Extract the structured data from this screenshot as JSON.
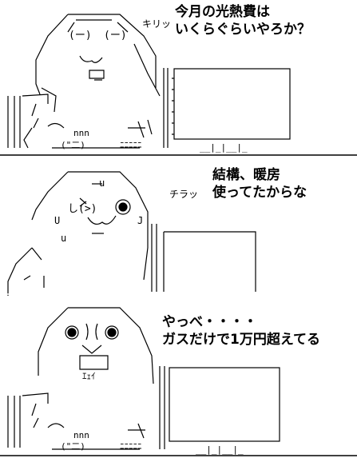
{
  "panels": [
    {
      "caption_lines": [
        "今月の光熱費は",
        "いくらぐらいやろか？"
      ],
      "sfx": "キリッ",
      "art_text": {
        "eye_left": "(ー)",
        "eye_right": "(ー)",
        "tray_label": "nnn",
        "mouth": "(\"二)",
        "tally": "ﾆﾆﾆﾆﾆ",
        "floor": "__|_|__|_"
      }
    },
    {
      "caption_lines": [
        "結構、暖房",
        "使ってたからな"
      ],
      "sfx": "チラッ",
      "art_text": {
        "eye_left": "(>)"
      }
    },
    {
      "caption_lines": [
        "やっべ・・・・",
        "ガスだけで1万円超えてる"
      ],
      "sfx": "",
      "art_text": {
        "mouth_text": "ｴｪｲ",
        "tray_label": "nnn",
        "mouth": "(\"二)",
        "tally": "ﾆﾆﾆﾆﾆ",
        "floor": "__|_|__|_"
      }
    }
  ]
}
